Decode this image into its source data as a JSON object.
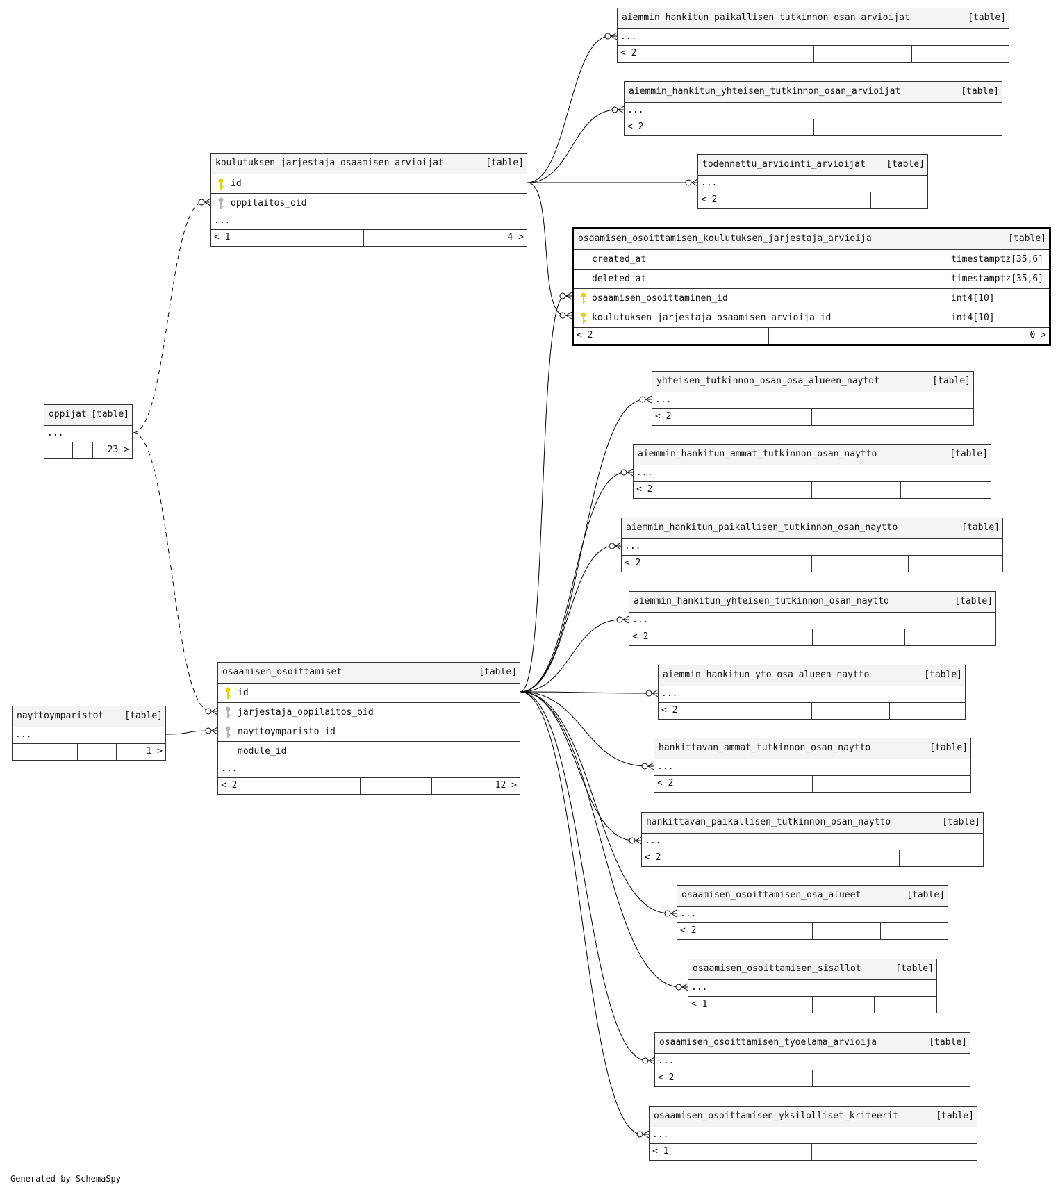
{
  "footer": "Generated by SchemaSpy",
  "tables": [
    {
      "id": "t_ahp_arv",
      "name": "aiemmin_hankitun_paikallisen_tutkinnon_osan_arvioijat",
      "type": "[table]",
      "columns": [],
      "nav": {
        "left": "< 2",
        "right": ""
      }
    },
    {
      "id": "t_ahy_arv",
      "name": "aiemmin_hankitun_yhteisen_tutkinnon_osan_arvioijat",
      "type": "[table]",
      "columns": [],
      "nav": {
        "left": "< 2",
        "right": ""
      }
    },
    {
      "id": "t_tod",
      "name": "todennettu_arviointi_arvioijat",
      "type": "[table]",
      "columns": [],
      "nav": {
        "left": "< 2",
        "right": ""
      }
    },
    {
      "id": "t_kjoa",
      "name": "koulutuksen_jarjestaja_osaamisen_arvioijat",
      "type": "[table]",
      "columns": [
        {
          "name": "id",
          "key": "pk"
        },
        {
          "name": "oppilaitos_oid",
          "key": "fk"
        }
      ],
      "nav": {
        "left": "< 1",
        "right": "4 >"
      }
    },
    {
      "id": "t_focus",
      "name": "osaamisen_osoittamisen_koulutuksen_jarjestaja_arvioija",
      "type": "[table]",
      "focus": true,
      "columns": [
        {
          "name": "created_at",
          "key": "",
          "dtype": "timestamptz[35,6]"
        },
        {
          "name": "deleted_at",
          "key": "",
          "dtype": "timestamptz[35,6]"
        },
        {
          "name": "osaamisen_osoittaminen_id",
          "key": "pk",
          "dtype": "int4[10]"
        },
        {
          "name": "koulutuksen_jarjestaja_osaamisen_arvioija_id",
          "key": "pk",
          "dtype": "int4[10]"
        }
      ],
      "nav": {
        "left": "< 2",
        "right": "0 >"
      }
    },
    {
      "id": "t_oppijat",
      "name": "oppijat",
      "type": "[table]",
      "columns": [],
      "nav": {
        "left": "",
        "right": "23 >"
      }
    },
    {
      "id": "t_yto",
      "name": "yhteisen_tutkinnon_osan_osa_alueen_naytot",
      "type": "[table]",
      "columns": [],
      "nav": {
        "left": "< 2",
        "right": ""
      }
    },
    {
      "id": "t_aha_n",
      "name": "aiemmin_hankitun_ammat_tutkinnon_osan_naytto",
      "type": "[table]",
      "columns": [],
      "nav": {
        "left": "< 2",
        "right": ""
      }
    },
    {
      "id": "t_ahp_n",
      "name": "aiemmin_hankitun_paikallisen_tutkinnon_osan_naytto",
      "type": "[table]",
      "columns": [],
      "nav": {
        "left": "< 2",
        "right": ""
      }
    },
    {
      "id": "t_ahy_n",
      "name": "aiemmin_hankitun_yhteisen_tutkinnon_osan_naytto",
      "type": "[table]",
      "columns": [],
      "nav": {
        "left": "< 2",
        "right": ""
      }
    },
    {
      "id": "t_oo",
      "name": "osaamisen_osoittamiset",
      "type": "[table]",
      "columns": [
        {
          "name": "id",
          "key": "pk"
        },
        {
          "name": "jarjestaja_oppilaitos_oid",
          "key": "fk"
        },
        {
          "name": "nayttoymparisto_id",
          "key": "fk"
        },
        {
          "name": "module_id",
          "key": ""
        }
      ],
      "nav": {
        "left": "< 2",
        "right": "12 >"
      }
    },
    {
      "id": "t_nay",
      "name": "nayttoymparistot",
      "type": "[table]",
      "columns": [],
      "nav": {
        "left": "",
        "right": "1 >"
      }
    },
    {
      "id": "t_ahyto",
      "name": "aiemmin_hankitun_yto_osa_alueen_naytto",
      "type": "[table]",
      "columns": [],
      "nav": {
        "left": "< 2",
        "right": ""
      }
    },
    {
      "id": "t_hka",
      "name": "hankittavan_ammat_tutkinnon_osan_naytto",
      "type": "[table]",
      "columns": [],
      "nav": {
        "left": "< 2",
        "right": ""
      }
    },
    {
      "id": "t_hkp",
      "name": "hankittavan_paikallisen_tutkinnon_osan_naytto",
      "type": "[table]",
      "columns": [],
      "nav": {
        "left": "< 2",
        "right": ""
      }
    },
    {
      "id": "t_ooa",
      "name": "osaamisen_osoittamisen_osa_alueet",
      "type": "[table]",
      "columns": [],
      "nav": {
        "left": "< 2",
        "right": ""
      }
    },
    {
      "id": "t_oos",
      "name": "osaamisen_osoittamisen_sisallot",
      "type": "[table]",
      "columns": [],
      "nav": {
        "left": "< 1",
        "right": ""
      }
    },
    {
      "id": "t_oot",
      "name": "osaamisen_osoittamisen_tyoelama_arvioija",
      "type": "[table]",
      "columns": [],
      "nav": {
        "left": "< 2",
        "right": ""
      }
    },
    {
      "id": "t_ooy",
      "name": "osaamisen_osoittamisen_yksilolliset_kriteerit",
      "type": "[table]",
      "columns": [],
      "nav": {
        "left": "< 1",
        "right": ""
      }
    }
  ],
  "relationships": [
    {
      "from": "t_kjoa",
      "to": "t_ahp_arv",
      "style": "solid"
    },
    {
      "from": "t_kjoa",
      "to": "t_ahy_arv",
      "style": "solid"
    },
    {
      "from": "t_kjoa",
      "to": "t_tod",
      "style": "solid"
    },
    {
      "from": "t_kjoa",
      "to": "t_focus",
      "style": "solid"
    },
    {
      "from": "t_oo",
      "to": "t_focus",
      "style": "solid"
    },
    {
      "from": "t_oppijat",
      "to": "t_kjoa",
      "style": "dashed"
    },
    {
      "from": "t_oppijat",
      "to": "t_oo",
      "style": "dashed"
    },
    {
      "from": "t_nay",
      "to": "t_oo",
      "style": "solid"
    },
    {
      "from": "t_oo",
      "to": "t_yto",
      "style": "solid"
    },
    {
      "from": "t_oo",
      "to": "t_aha_n",
      "style": "solid"
    },
    {
      "from": "t_oo",
      "to": "t_ahp_n",
      "style": "solid"
    },
    {
      "from": "t_oo",
      "to": "t_ahy_n",
      "style": "solid"
    },
    {
      "from": "t_oo",
      "to": "t_ahyto",
      "style": "solid"
    },
    {
      "from": "t_oo",
      "to": "t_hka",
      "style": "solid"
    },
    {
      "from": "t_oo",
      "to": "t_hkp",
      "style": "solid"
    },
    {
      "from": "t_oo",
      "to": "t_ooa",
      "style": "solid"
    },
    {
      "from": "t_oo",
      "to": "t_oos",
      "style": "solid"
    },
    {
      "from": "t_oo",
      "to": "t_oot",
      "style": "solid"
    },
    {
      "from": "t_oo",
      "to": "t_ooy",
      "style": "solid"
    }
  ],
  "colors": {
    "pk": "#e8d200",
    "fk": "#b5b5b5"
  }
}
